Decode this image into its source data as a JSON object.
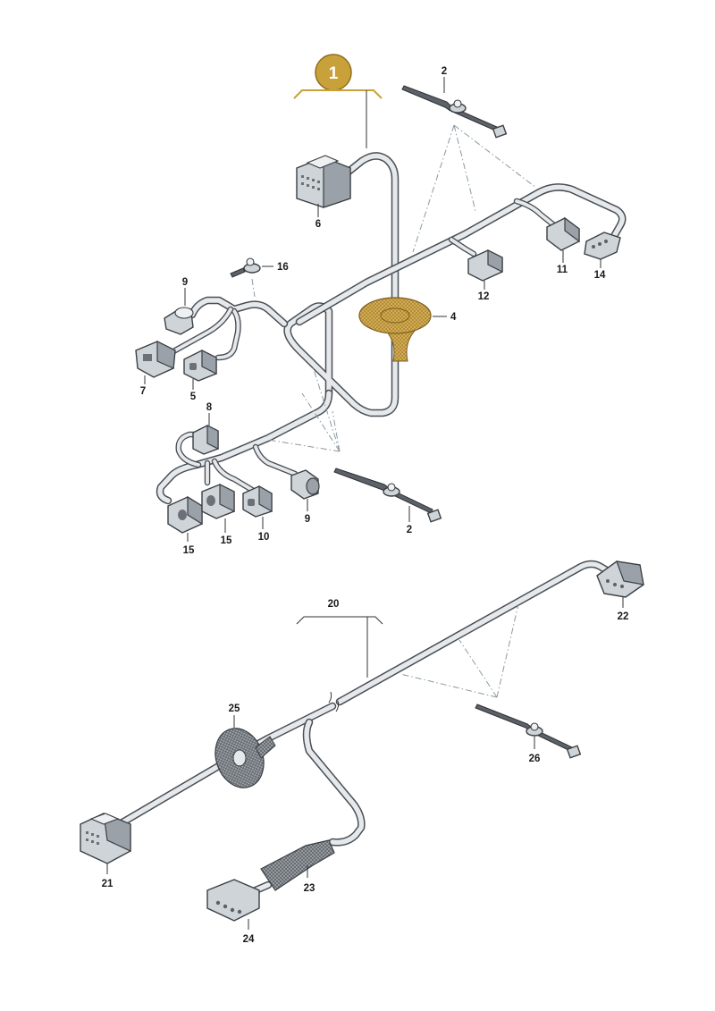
{
  "diagram": {
    "badge": "1",
    "labels": {
      "l2a": "2",
      "l2b": "2",
      "l4": "4",
      "l5": "5",
      "l6": "6",
      "l7": "7",
      "l8": "8",
      "l9a": "9",
      "l9b": "9",
      "l10": "10",
      "l11": "11",
      "l12": "12",
      "l14": "14",
      "l15a": "15",
      "l15b": "15",
      "l16": "16",
      "l20": "20",
      "l21": "21",
      "l22": "22",
      "l23": "23",
      "l24": "24",
      "l25": "25",
      "l26": "26"
    },
    "colors": {
      "badge": "#c9a13a",
      "grommet_highlight": "#d9b35a",
      "wire_sheath": "#e6e9ec",
      "wire_outline": "#4a4f55",
      "grommet_dark": "#8a8f95"
    }
  }
}
